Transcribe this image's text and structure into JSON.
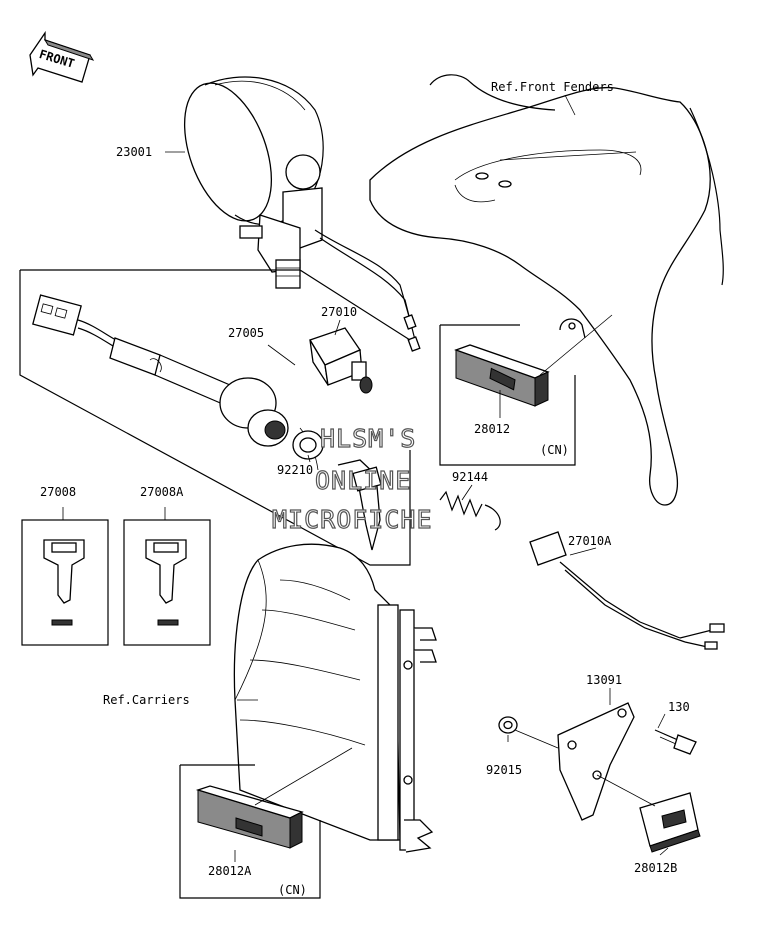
{
  "front_arrow": {
    "label": "FRONT"
  },
  "labels": {
    "ref_front_fenders": "Ref.Front Fenders",
    "ref_carriers": "Ref.Carriers",
    "p23001": "23001",
    "p27010": "27010",
    "p27005": "27005",
    "p28012": "28012",
    "p28012_cn": "(CN)",
    "p27008": "27008",
    "p27008a": "27008A",
    "p92210": "92210",
    "p92144": "92144",
    "p27010a": "27010A",
    "p13091": "13091",
    "p130": "130",
    "p92015": "92015",
    "p28012a": "28012A",
    "p28012a_cn": "(CN)",
    "p28012b": "28012B"
  },
  "watermark": {
    "line1": "HLSM'S",
    "line2": "ONLINE",
    "line3": "MICROFICHE"
  }
}
